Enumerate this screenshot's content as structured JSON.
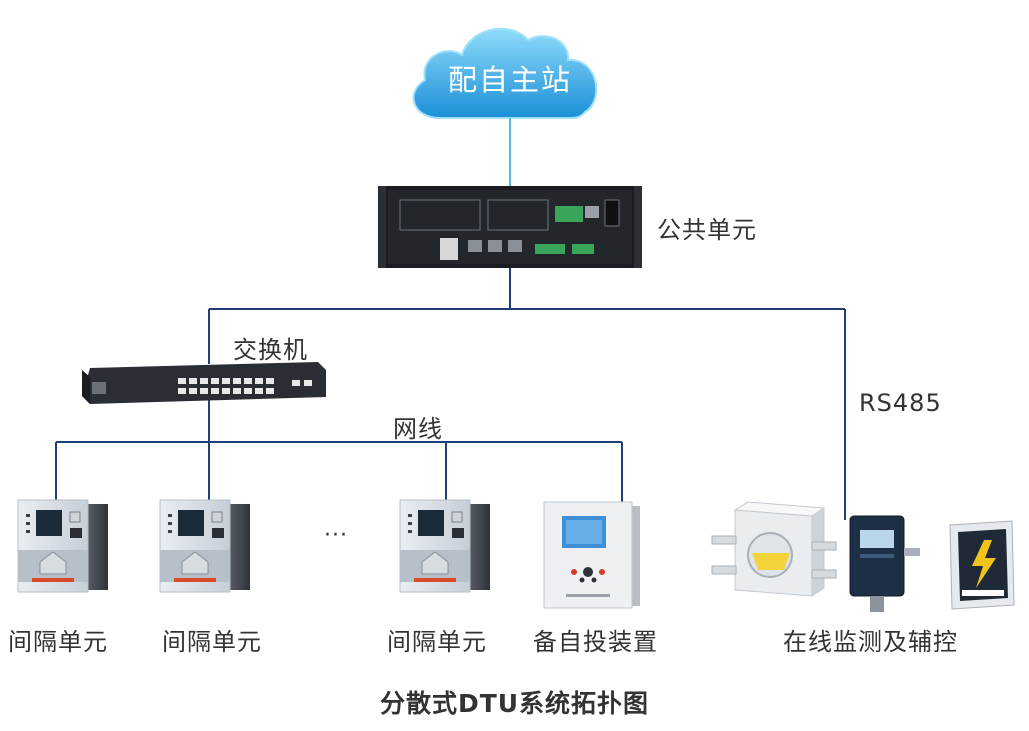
{
  "diagram": {
    "cloud_label": "配自主站",
    "common_unit_label": "公共单元",
    "switch_label": "交换机",
    "cable_label": "网线",
    "rs485_label": "RS485",
    "ellipsis": "···",
    "bay_unit_label": "间隔单元",
    "auto_switch_label": "备自投装置",
    "monitor_label": "在线监测及辅控",
    "caption": "分散式DTU系统拓扑图"
  },
  "colors": {
    "line": "#1f3f7a",
    "cloud_link": "#5cb9e6",
    "cloud_light": "#7fd3f7",
    "cloud_dark": "#1a8fd6"
  }
}
